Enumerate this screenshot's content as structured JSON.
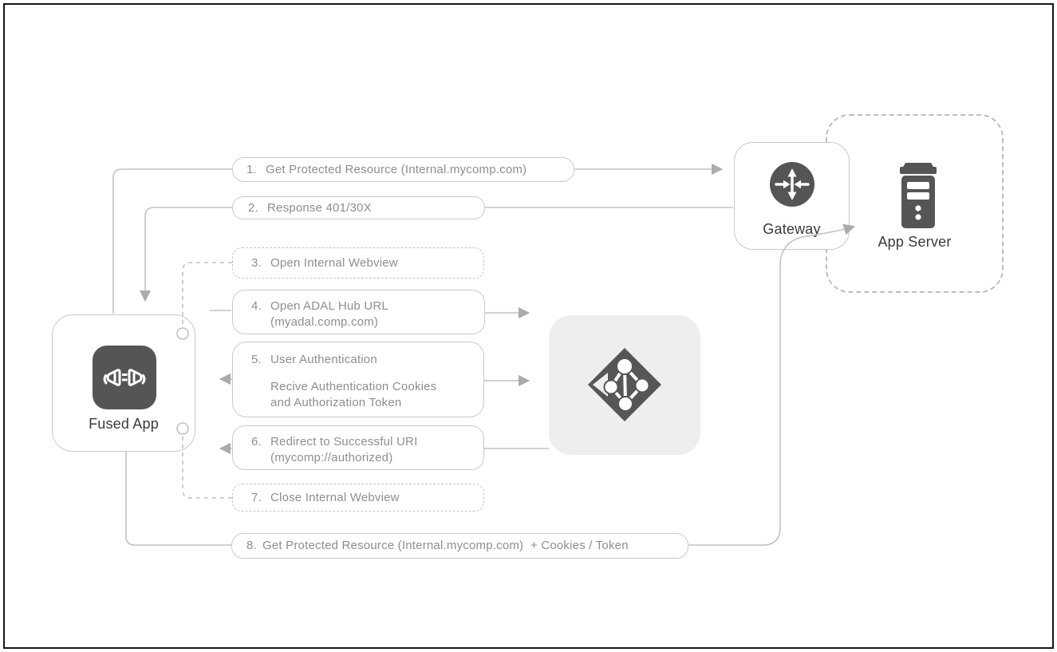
{
  "nodes": {
    "fused_app": {
      "label": "Fused App",
      "icon": "plug-icon"
    },
    "gateway": {
      "label": "Gateway",
      "icon": "router-icon"
    },
    "app_server": {
      "label": "App Server",
      "icon": "server-icon"
    },
    "identity_provider": {
      "icon": "directory-icon"
    }
  },
  "steps": [
    {
      "num": "1.",
      "lines": [
        "Get Protected Resource (Internal.mycomp.com)"
      ],
      "style": "solid"
    },
    {
      "num": "2.",
      "lines": [
        "Response 401/30X"
      ],
      "style": "solid"
    },
    {
      "num": "3.",
      "lines": [
        "Open Internal Webview"
      ],
      "style": "dashed"
    },
    {
      "num": "4.",
      "lines": [
        "Open ADAL Hub URL",
        "(myadal.comp.com)"
      ],
      "style": "solid"
    },
    {
      "num": "5.",
      "lines": [
        "User Authentication",
        "Recive Authentication Cookies",
        "and Authorization Token"
      ],
      "style": "solid"
    },
    {
      "num": "6.",
      "lines": [
        "Redirect to Successful URI",
        "(mycomp://authorized)"
      ],
      "style": "solid"
    },
    {
      "num": "7.",
      "lines": [
        "Close Internal Webview"
      ],
      "style": "dashed"
    },
    {
      "num": "8.",
      "lines": [
        "Get Protected Resource (Internal.mycomp.com)  + Cookies / Token"
      ],
      "style": "solid"
    }
  ],
  "colors": {
    "icon_dark": "#555555",
    "box_border": "#c9c9c9",
    "dashed_border": "#bdbdbd",
    "connector": "#c2c2c2",
    "arrowhead": "#ababab",
    "step_text": "#8e8e8e",
    "label_text": "#3a3a3a",
    "idp_background": "#eeeeee",
    "frame_border": "#161616"
  }
}
